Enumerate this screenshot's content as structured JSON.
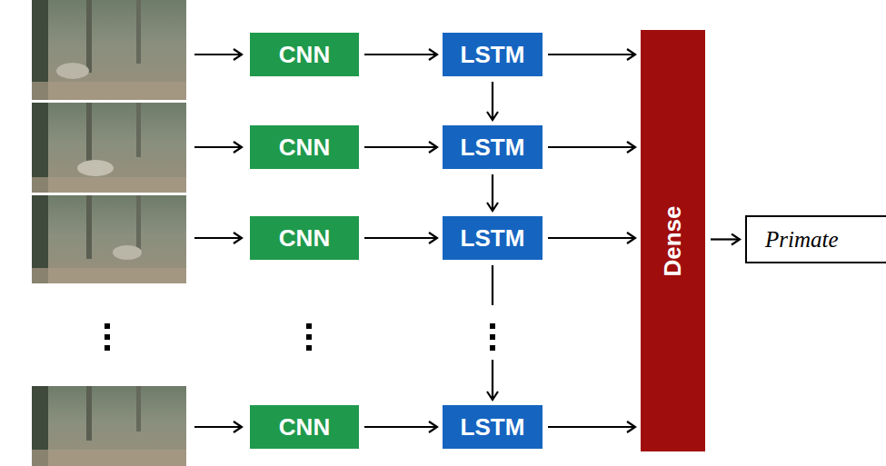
{
  "diagram": {
    "nodes": [
      {
        "text": [
          "CNN"
        ]
      },
      {
        "text": [
          "LSTM"
        ]
      },
      {
        "text": [
          "CNN"
        ]
      },
      {
        "text": [
          "LSTM"
        ]
      },
      {
        "text": [
          "CNN"
        ]
      },
      {
        "text": [
          "LSTM"
        ]
      },
      {
        "text": [
          "CNN"
        ]
      },
      {
        "text": [
          "LSTM"
        ]
      },
      {
        "text": [
          "Dense"
        ]
      },
      {
        "text": [
          "Primate"
        ]
      }
    ],
    "edges": [
      {
        "from": 0,
        "to": 1,
        "arrow": "to"
      },
      {
        "from": 2,
        "to": 3,
        "arrow": "to"
      },
      {
        "from": 4,
        "to": 5,
        "arrow": "to"
      },
      {
        "from": 6,
        "to": 7,
        "arrow": "to"
      },
      {
        "from": 1,
        "to": 3,
        "arrow": "to"
      },
      {
        "from": 3,
        "to": 5,
        "arrow": "to"
      },
      {
        "from": 5,
        "to": 7,
        "arrow": "to"
      },
      {
        "from": 1,
        "to": 8,
        "arrow": "to"
      },
      {
        "from": 3,
        "to": 8,
        "arrow": "to"
      },
      {
        "from": 5,
        "to": 8,
        "arrow": "to"
      },
      {
        "from": 7,
        "to": 8,
        "arrow": "to"
      },
      {
        "from": 8,
        "to": 9,
        "arrow": "to"
      }
    ]
  }
}
